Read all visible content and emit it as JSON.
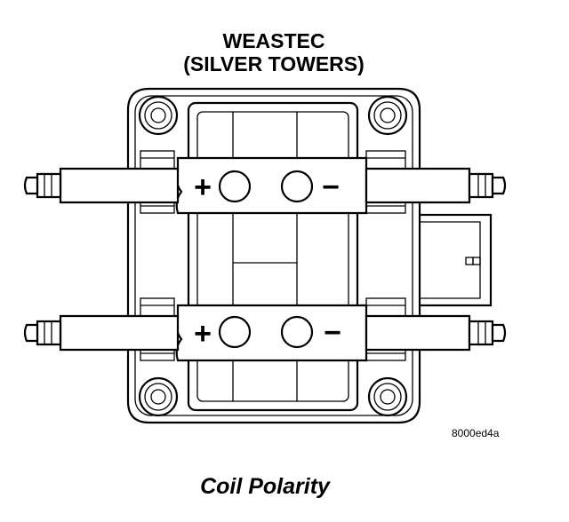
{
  "diagram": {
    "title_line1": "WEASTEC",
    "title_line2": "(SILVER TOWERS)",
    "polarity": {
      "top_left": "+",
      "top_right": "−",
      "bottom_left": "+",
      "bottom_right": "−"
    },
    "reference_code": "8000ed4a",
    "caption": "Coil Polarity"
  }
}
